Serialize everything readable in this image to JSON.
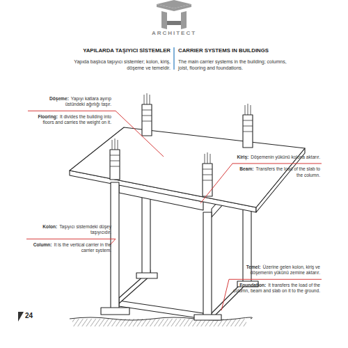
{
  "diagram": {
    "title": "YAPILARDA TAŞIYICI SİSTEMLER",
    "labels": [
      "ARCHITECT",
      "CARRIER SYSTEMS IN BUILDINGS",
      "Yapıda başlıca taşıyıcı sistemler; kolon, kiriş, döşeme ve temeldir.",
      "The main carrier systems in the building; columns, joist, flooring and foundations.",
      "Döşeme:",
      "Yapıyı katlara ayırıp üstündeki ağırlığı taşır.",
      "Flooring:",
      "It divides the building into floors and carries the weight on it.",
      "Kiriş:",
      "Döşemenin yükünü kolona aktarır.",
      "Beam:",
      "Transfers the load of the slab to the column.",
      "Kolon:",
      "Taşıyıcı sistemdeki düşey taşıyıcıdır.",
      "Column:",
      "It is the vertical carrier in the carrier system.",
      "Temel:",
      "Üzerine gelen kolon, kiriş ve döşemenin yükünü zemine aktarır.",
      "Foundation:",
      "It transfers the load of the column, beam and slab on it to the ground.",
      "24"
    ]
  }
}
